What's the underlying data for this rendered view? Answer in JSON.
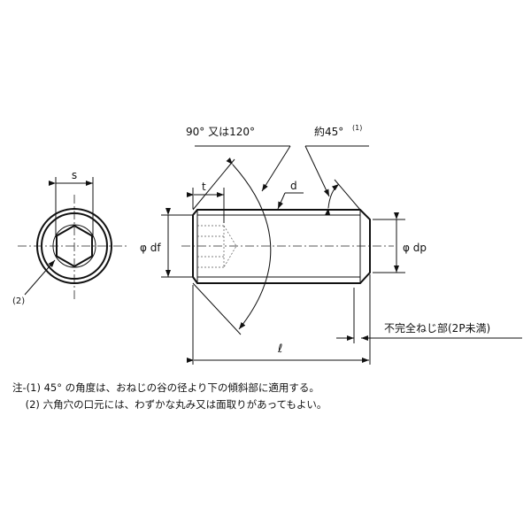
{
  "labels": {
    "s": "s",
    "t": "t",
    "d": "d",
    "df": "φ df",
    "dp": "φ dp",
    "l": "ℓ",
    "angle_point": "90°  又は120°",
    "angle_chamfer": "約45°",
    "angle_chamfer_note": "(1)",
    "note_ref_2": "(2)",
    "incomplete_thread": "不完全ねじ部(2P未満)"
  },
  "notes": [
    "注-(1) 45° の角度は、おねじの谷の径より下の傾斜部に適用する。",
    "    (2) 六角穴の口元には、わずかな丸み又は面取りがあってもよい。"
  ]
}
